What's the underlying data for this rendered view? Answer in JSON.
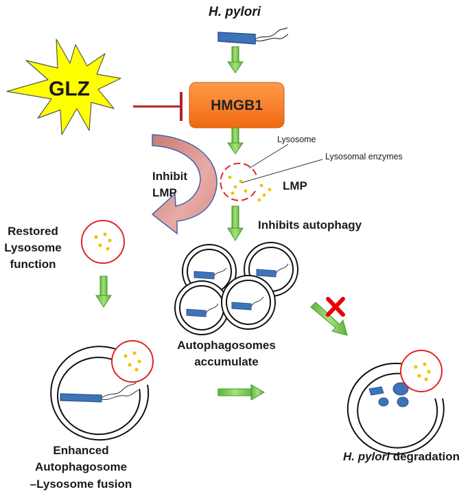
{
  "labels": {
    "hpylori_top": "H. pylori",
    "glz": "GLZ",
    "hmgb1": "HMGB1",
    "lysosome": "Lysosome",
    "lysosomal_enzymes": "Lysosomal enzymes",
    "lmp": "LMP",
    "inhibit_lmp_1": "Inhibit",
    "inhibit_lmp_2": "LMP",
    "inhibits_autophagy": "Inhibits autophagy",
    "restored_1": "Restored",
    "restored_2": "Lysosome",
    "restored_3": "function",
    "autophagosomes_1": "Autophagosomes",
    "autophagosomes_2": "accumulate",
    "enhanced_1": "Enhanced",
    "enhanced_2": "Autophagosome",
    "enhanced_3": "–Lysosome fusion",
    "degradation_italic": "H. pylori",
    "degradation_rest": " degradation"
  },
  "colors": {
    "arrow_green": "#7ac943",
    "arrow_green_dark": "#3f9a2a",
    "glz_star": "#ffff00",
    "hmgb1_box": "#ff7f27",
    "inhibit_line": "#b22222",
    "lysosome_ring": "#e02424",
    "enzyme_dots": "#f2c200",
    "bacterium": "#3f73b8",
    "curved_arrow": "#d9908c",
    "block_x": "#e60000"
  }
}
